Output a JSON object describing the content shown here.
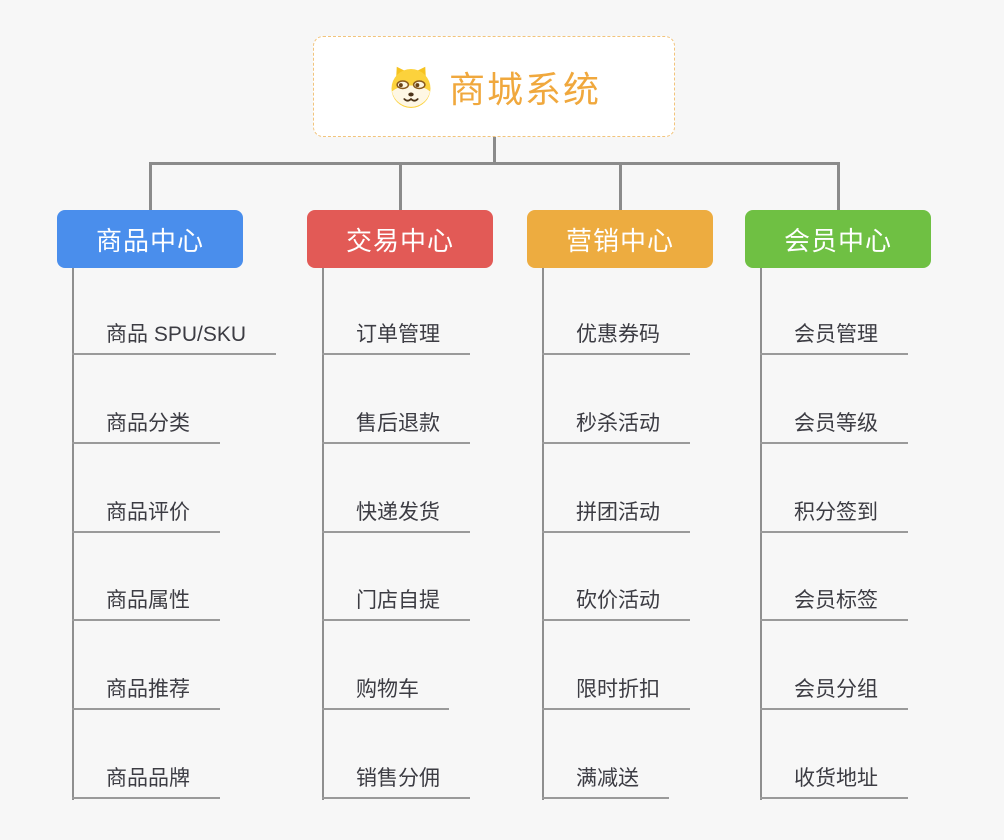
{
  "root": {
    "title": "商城系统",
    "icon": "shiba-dog-icon"
  },
  "branches": [
    {
      "label": "商品中心",
      "color": "#4a8eec",
      "children": [
        "商品 SPU/SKU",
        "商品分类",
        "商品评价",
        "商品属性",
        "商品推荐",
        "商品品牌"
      ]
    },
    {
      "label": "交易中心",
      "color": "#e25a56",
      "children": [
        "订单管理",
        "售后退款",
        "快递发货",
        "门店自提",
        "购物车",
        "销售分佣"
      ]
    },
    {
      "label": "营销中心",
      "color": "#edac40",
      "children": [
        "优惠券码",
        "秒杀活动",
        "拼团活动",
        "砍价活动",
        "限时折扣",
        "满减送"
      ]
    },
    {
      "label": "会员中心",
      "color": "#6fc043",
      "children": [
        "会员管理",
        "会员等级",
        "积分签到",
        "会员标签",
        "会员分组",
        "收货地址"
      ]
    }
  ],
  "colors": {
    "background": "#f7f7f7",
    "root_text": "#f0a83d",
    "root_border": "#f2c47c",
    "connector": "#8b8b8b",
    "child_underline": "#9a9a9a",
    "child_text": "#3c3c43",
    "header_text": "#ffffff"
  }
}
